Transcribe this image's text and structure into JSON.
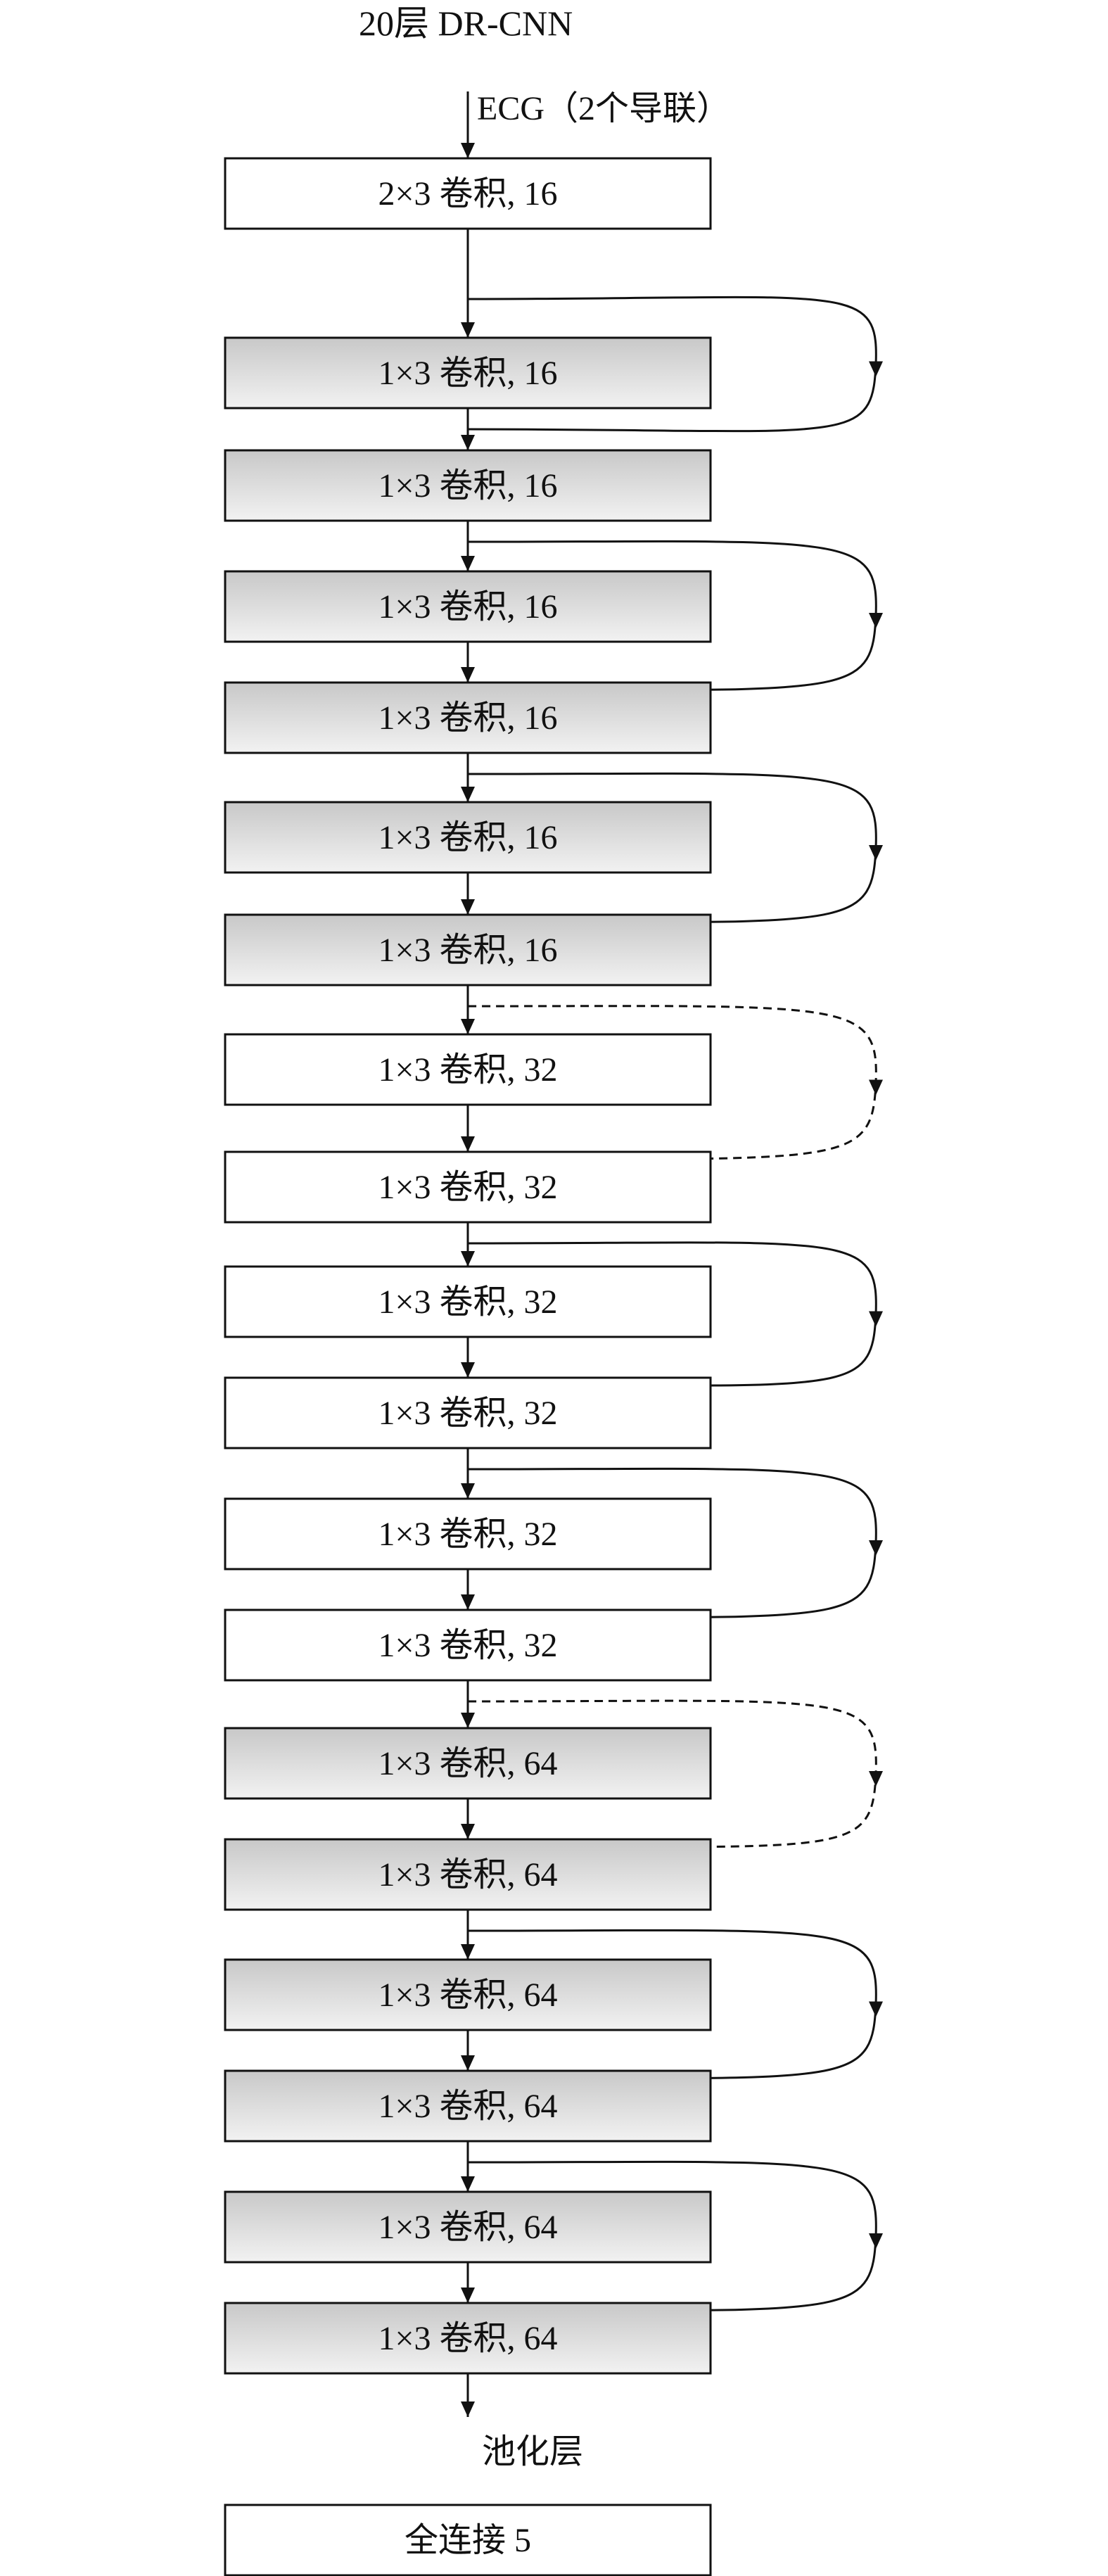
{
  "title": "20层 DR-CNN",
  "input_label": "ECG（2个导联）",
  "pool_label": "池化层",
  "layers": [
    {
      "label": "2×3 卷积, 16",
      "shaded": false
    },
    {
      "label": "1×3 卷积, 16",
      "shaded": true
    },
    {
      "label": "1×3 卷积, 16",
      "shaded": true
    },
    {
      "label": "1×3 卷积, 16",
      "shaded": true
    },
    {
      "label": "1×3 卷积, 16",
      "shaded": true
    },
    {
      "label": "1×3 卷积, 16",
      "shaded": true
    },
    {
      "label": "1×3 卷积, 16",
      "shaded": true
    },
    {
      "label": "1×3 卷积, 32",
      "shaded": false
    },
    {
      "label": "1×3 卷积, 32",
      "shaded": false
    },
    {
      "label": "1×3 卷积, 32",
      "shaded": false
    },
    {
      "label": "1×3 卷积, 32",
      "shaded": false
    },
    {
      "label": "1×3 卷积, 32",
      "shaded": false
    },
    {
      "label": "1×3 卷积, 32",
      "shaded": false
    },
    {
      "label": "1×3 卷积, 64",
      "shaded": true
    },
    {
      "label": "1×3 卷积, 64",
      "shaded": true
    },
    {
      "label": "1×3 卷积, 64",
      "shaded": true
    },
    {
      "label": "1×3 卷积, 64",
      "shaded": true
    },
    {
      "label": "1×3 卷积, 64",
      "shaded": true
    },
    {
      "label": "1×3 卷积, 64",
      "shaded": true
    },
    {
      "label": "全连接 5",
      "shaded": false
    }
  ],
  "skip_connections": [
    {
      "from_layer": 0,
      "to_layer": 2,
      "style": "solid"
    },
    {
      "from_layer": 2,
      "to_layer": 4,
      "style": "solid"
    },
    {
      "from_layer": 4,
      "to_layer": 6,
      "style": "solid"
    },
    {
      "from_layer": 6,
      "to_layer": 8,
      "style": "dashed"
    },
    {
      "from_layer": 8,
      "to_layer": 10,
      "style": "solid"
    },
    {
      "from_layer": 10,
      "to_layer": 12,
      "style": "solid"
    },
    {
      "from_layer": 12,
      "to_layer": 14,
      "style": "dashed"
    },
    {
      "from_layer": 14,
      "to_layer": 16,
      "style": "solid"
    },
    {
      "from_layer": 16,
      "to_layer": 18,
      "style": "solid"
    }
  ]
}
